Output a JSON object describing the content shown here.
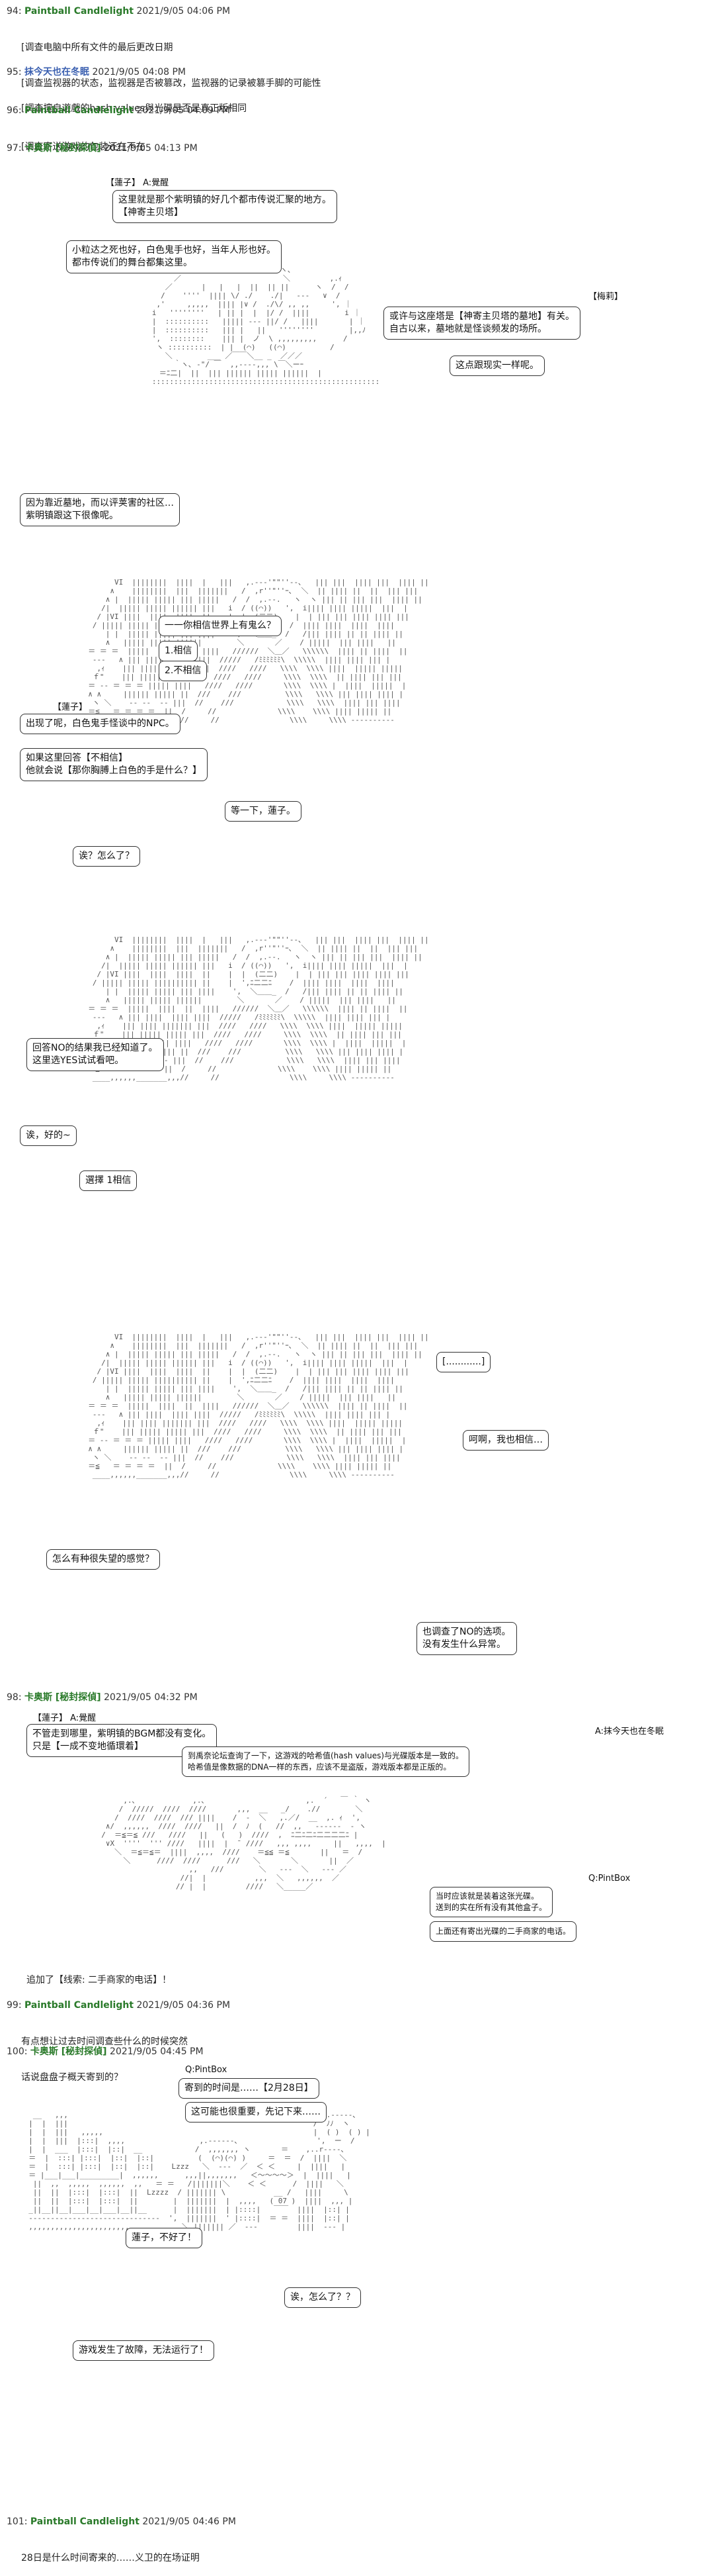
{
  "posts": [
    {
      "num": "94",
      "name": "Paintball Candlelight",
      "date": "2021/9/05 04:06 PM",
      "lines": [
        "[调查电脑中所有文件的最后更改日期",
        "[调查监视器的状态，监视器是否被篡改，监视器的记录被篡手脚的可能性"
      ]
    },
    {
      "num": "95",
      "name": "抹今天也在冬眠",
      "date": "2021/9/05 04:08 PM",
      "lines": [
        "[調查擅自遊戲的hash values與光碟是否是真正版相同"
      ]
    },
    {
      "num": "96",
      "name": "Paintball Candlelight",
      "date": "2021/9/05 04:09 PM",
      "lines": [
        "[调查寄送游戏的包装还在不在"
      ]
    },
    {
      "num": "97",
      "name": "卡奥斯 [秘封探偵]",
      "date": "2021/9/05 04:13 PM",
      "lines": []
    },
    {
      "num": "98",
      "name": "卡奥斯 [秘封探偵]",
      "date": "2021/9/05 04:32 PM",
      "lines": []
    },
    {
      "num": "99",
      "name": "Paintball Candlelight",
      "date": "2021/9/05 04:36 PM",
      "lines": [
        "有点想让过去时间调查些什么的时候突然",
        "话说盘盘子概天寄到的？"
      ]
    },
    {
      "num": "100",
      "name": "卡奥斯 [秘封探偵]",
      "date": "2021/9/05 04:45 PM",
      "lines": []
    },
    {
      "num": "101",
      "name": "Paintball Candlelight",
      "date": "2021/9/05 04:46 PM",
      "lines": [
        "28日是什么时间寄来的……义卫的在场证明"
      ]
    }
  ],
  "panel1": {
    "label": "【蓮子】 A:覺醒",
    "b1": "这里就是那个紫明镇的好几个都市传说汇聚的地方。\n【神寄主贝塔】",
    "b2": "小粒达之死也好，白色鬼手也好，当年人形也好。\n都市传说们的舞台都集这里。",
    "tag": "【梅莉】",
    "b3": "或许与这座塔是【神寄主贝塔的墓地】有关。\n自古以来，墓地就是怪谈频发的场所。",
    "b4": "这点跟现实一样呢。",
    "b5": "因为靠近墓地，而以评荚害的社区…\n紫明镇跟这下很像呢。"
  },
  "panel2": {
    "q": "一一你相信世界上有鬼么？",
    "opt1": "1.相信",
    "opt2": "2.不相信",
    "label": "【蓮子】",
    "b1": "出现了呢，白色鬼手怪谈中的NPC。",
    "b2": "如果这里回答【不相信】\n他就会说【那你胸膊上白色的手是什么？】",
    "b3": "等一下，蓮子。",
    "b4": "诶？怎么了？"
  },
  "panel3": {
    "b1": "回答NO的结果我已经知道了。\n这里选YES试试看吧。",
    "b2": "诶，好的~",
    "b3": "選擇 1相信"
  },
  "panel4": {
    "dots": "[............]",
    "b1": "呵啊，我也相信…",
    "b2": "怎么有种很失望的感觉？",
    "b3": "也调查了NO的选项。\n没有发生什么异常。"
  },
  "panel5": {
    "label": "【蓮子】 A:覺醒",
    "rlabel": "A:抹今天也在冬眠",
    "b1": "不管走到哪里，紫明镇的BGM都没有变化。\n只是【一成不变地循環着】",
    "b2": "到禹奈论坛查询了一下，这游戏的哈希值(hash values)与光碟版本是一致的。\n哈希值是像数据的DNA一样的东西，应该不是盗版，游戏版本都是正版的。",
    "qlabel": "Q:PintBox",
    "b3": "当时应该就是装着这张光碟。\n送到的实在所有没有其他盒子。",
    "b4": "上面还有寄出光碟的二手商家的电话。"
  },
  "addition": "追加了【线索: 二手商家的电话】！",
  "panel6": {
    "qlabel": "Q:PintBox",
    "b1": "寄到的时间是……【2月28日】",
    "b2": "这可能也很重要，先记下来……",
    "b3": "蓮子，不好了！",
    "b4": "诶，怎么了？？",
    "b5": "游戏发生了故障，无法运行了！"
  }
}
